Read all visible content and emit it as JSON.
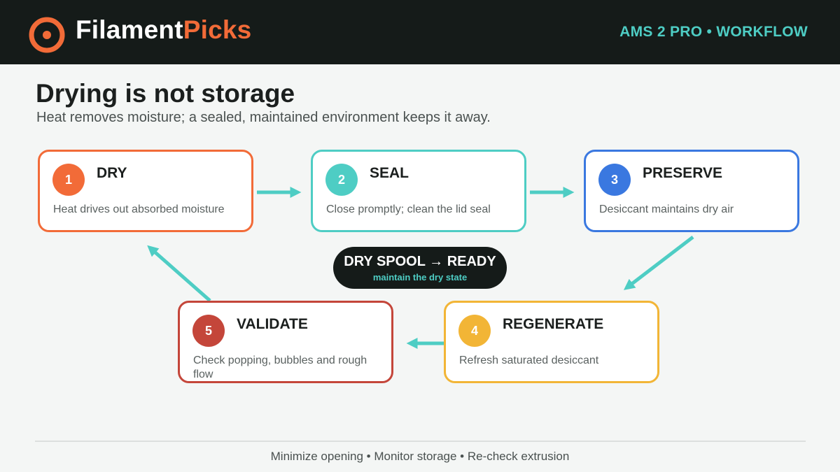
{
  "header": {
    "brand_main": "Filament",
    "brand_accent": "Picks",
    "tag": "AMS 2 PRO • WORKFLOW",
    "logo_icon": "target-ring-icon"
  },
  "title": "Drying is not storage",
  "subtitle": "Heat removes moisture; a sealed, maintained environment keeps it away.",
  "steps": [
    {
      "number": "1",
      "title": "DRY",
      "description": "Heat drives out absorbed moisture",
      "color": "#f26b38"
    },
    {
      "number": "2",
      "title": "SEAL",
      "description": "Close promptly; clean the lid seal",
      "color": "#4ecdc4"
    },
    {
      "number": "3",
      "title": "PRESERVE",
      "description": "Desiccant maintains dry air",
      "color": "#3a78e0"
    },
    {
      "number": "4",
      "title": "REGENERATE",
      "description": "Refresh saturated desiccant",
      "color": "#f2b536"
    },
    {
      "number": "5",
      "title": "VALIDATE",
      "description": "Check popping, bubbles and rough flow",
      "color": "#c4463a"
    }
  ],
  "center": {
    "title": "DRY SPOOL → READY",
    "subtitle": "maintain the dry state"
  },
  "footer": "Minimize opening • Monitor storage • Re-check extrusion",
  "colors": {
    "header_bg": "#151b19",
    "accent_orange": "#f26b38",
    "arrow_teal": "#4ecdc4"
  }
}
